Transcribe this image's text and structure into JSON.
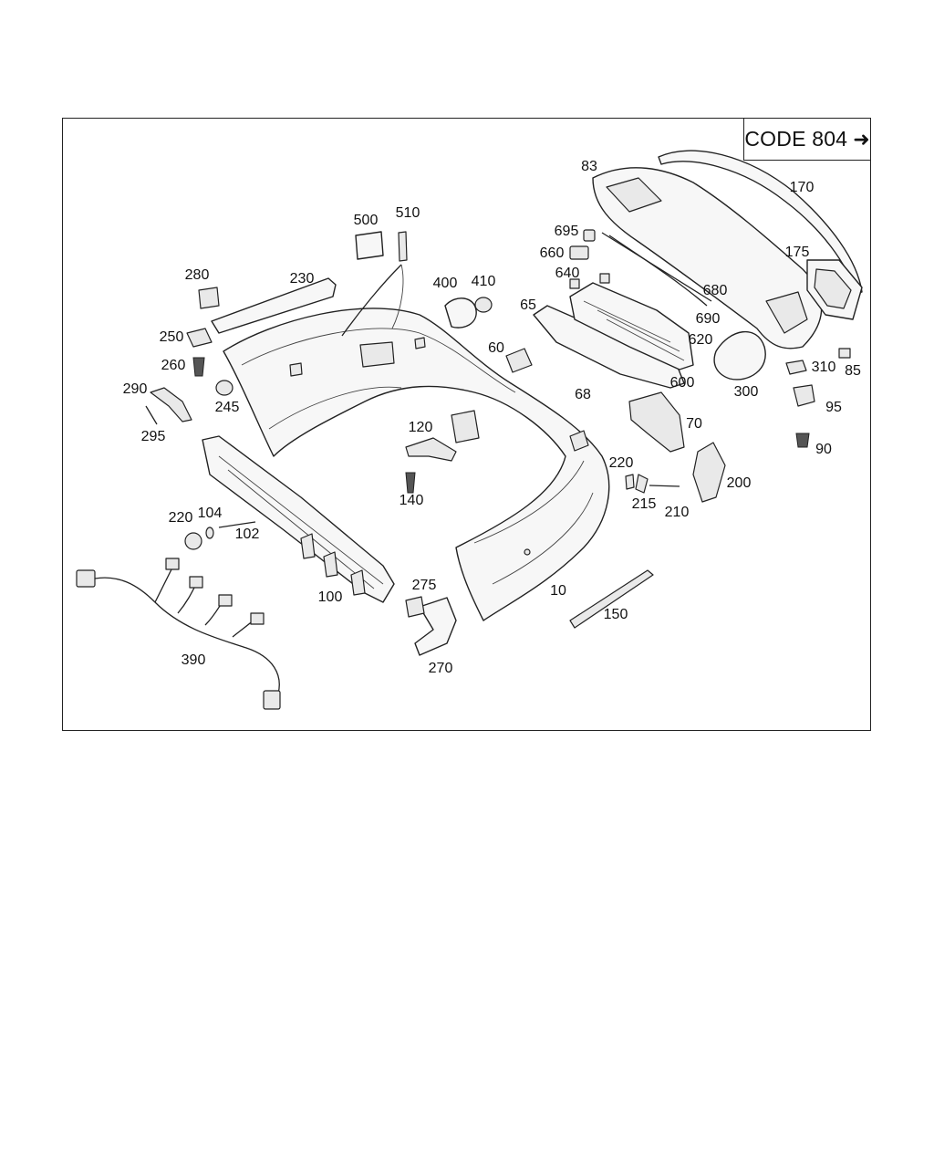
{
  "code_label": "CODE 804",
  "code_arrow_icon": "arrow-right-icon",
  "parts": [
    {
      "id": "p10",
      "label": "10"
    },
    {
      "id": "p60",
      "label": "60"
    },
    {
      "id": "p65",
      "label": "65"
    },
    {
      "id": "p68",
      "label": "68"
    },
    {
      "id": "p70",
      "label": "70"
    },
    {
      "id": "p83",
      "label": "83"
    },
    {
      "id": "p85",
      "label": "85"
    },
    {
      "id": "p90",
      "label": "90"
    },
    {
      "id": "p95",
      "label": "95"
    },
    {
      "id": "p100",
      "label": "100"
    },
    {
      "id": "p102",
      "label": "102"
    },
    {
      "id": "p104",
      "label": "104"
    },
    {
      "id": "p120",
      "label": "120"
    },
    {
      "id": "p140",
      "label": "140"
    },
    {
      "id": "p150",
      "label": "150"
    },
    {
      "id": "p170",
      "label": "170"
    },
    {
      "id": "p175",
      "label": "175"
    },
    {
      "id": "p200",
      "label": "200"
    },
    {
      "id": "p210",
      "label": "210"
    },
    {
      "id": "p215",
      "label": "215"
    },
    {
      "id": "p220a",
      "label": "220"
    },
    {
      "id": "p220b",
      "label": "220"
    },
    {
      "id": "p230",
      "label": "230"
    },
    {
      "id": "p245",
      "label": "245"
    },
    {
      "id": "p250",
      "label": "250"
    },
    {
      "id": "p260",
      "label": "260"
    },
    {
      "id": "p270",
      "label": "270"
    },
    {
      "id": "p275",
      "label": "275"
    },
    {
      "id": "p280",
      "label": "280"
    },
    {
      "id": "p290",
      "label": "290"
    },
    {
      "id": "p295",
      "label": "295"
    },
    {
      "id": "p300",
      "label": "300"
    },
    {
      "id": "p310",
      "label": "310"
    },
    {
      "id": "p390",
      "label": "390"
    },
    {
      "id": "p400",
      "label": "400"
    },
    {
      "id": "p410",
      "label": "410"
    },
    {
      "id": "p500",
      "label": "500"
    },
    {
      "id": "p510",
      "label": "510"
    },
    {
      "id": "p600",
      "label": "600"
    },
    {
      "id": "p620",
      "label": "620"
    },
    {
      "id": "p640",
      "label": "640"
    },
    {
      "id": "p660",
      "label": "660"
    },
    {
      "id": "p680",
      "label": "680"
    },
    {
      "id": "p690",
      "label": "690"
    },
    {
      "id": "p695",
      "label": "695"
    }
  ]
}
